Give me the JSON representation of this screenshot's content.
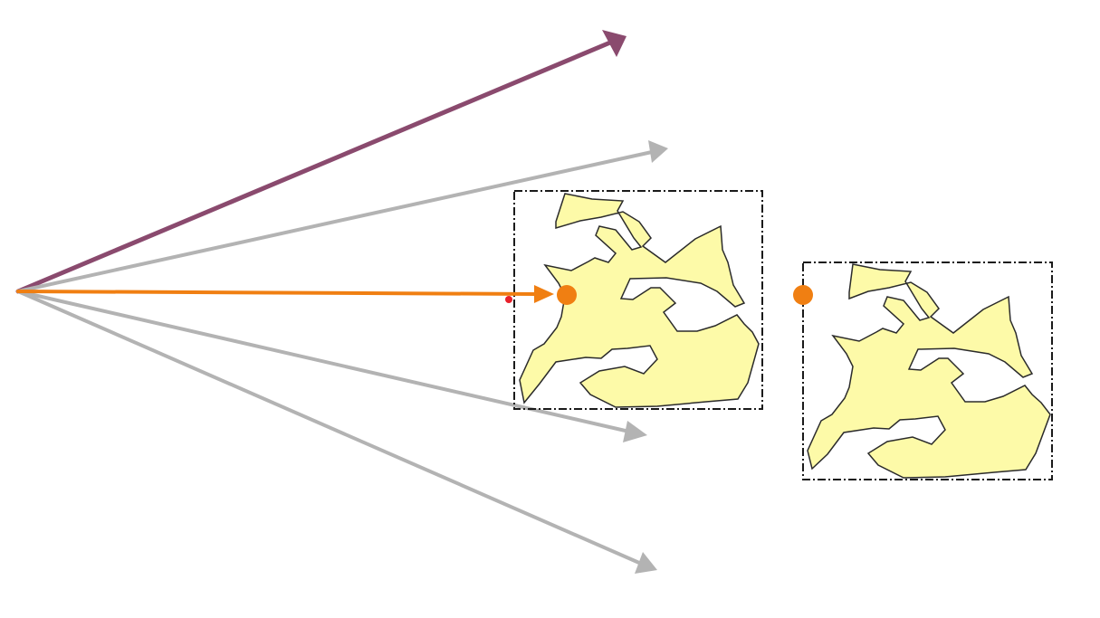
{
  "colors": {
    "background": "#ffffff",
    "main_ray": "#8a4a6e",
    "gray_ray": "#b3b3b3",
    "probe_ray": "#f07f12",
    "hit_point": "#f07f12",
    "start_marker": "#e8202a",
    "shape_fill": "#fdfaa8",
    "shape_stroke": "#2b2b2b",
    "bbox_stroke": "#1a1a1a"
  },
  "rays": [
    {
      "id": "main",
      "kind": "highlight"
    },
    {
      "id": "gray-1",
      "kind": "secondary"
    },
    {
      "id": "probe",
      "kind": "probe"
    },
    {
      "id": "gray-2",
      "kind": "secondary"
    },
    {
      "id": "gray-3",
      "kind": "secondary"
    }
  ],
  "shapes": [
    {
      "id": "shape-a",
      "bbox_style": "dash-dot"
    },
    {
      "id": "shape-b",
      "bbox_style": "dash-dot"
    }
  ],
  "markers": [
    {
      "id": "ray-start",
      "icon": "small-red-dot"
    },
    {
      "id": "hit-a",
      "icon": "orange-dot"
    },
    {
      "id": "hit-b",
      "icon": "orange-dot"
    }
  ]
}
